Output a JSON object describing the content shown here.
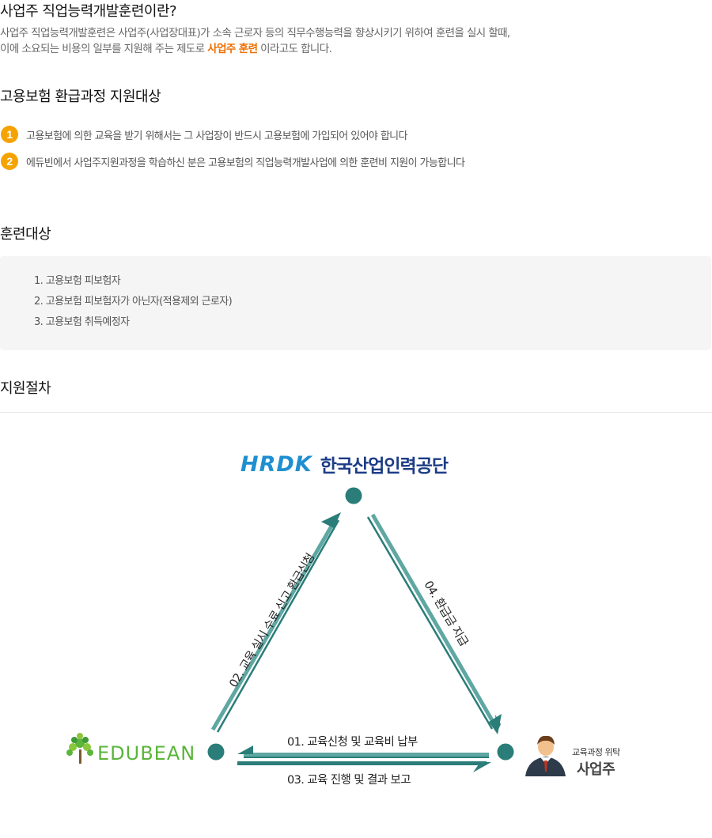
{
  "intro": {
    "title": "사업주 직업능력개발훈련이란?",
    "line1": "사업주 직업능력개발훈련은 사업주(사업장대표)가 소속 근로자 등의 직무수행능력을 향상시키기 위하여 훈련을 실시 할때,",
    "line2_prefix": "이에 소요되는 비용의 일부를 지원해 주는 제도로 ",
    "line2_highlight": "사업주 훈련",
    "line2_suffix": " 이라고도 합니다."
  },
  "eligibility": {
    "title": "고용보험 환급과정 지원대상",
    "items": [
      {
        "num": "1",
        "text": "고용보험에 의한 교육을 받기 위해서는 그 사업장이 반드시 고용보험에 가입되어 있어야 합니다"
      },
      {
        "num": "2",
        "text": "에듀빈에서 사업주지원과정을 학습하신 분은 고용보험의 직업능력개발사업에 의한 훈련비 지원이 가능합니다"
      }
    ]
  },
  "trainees": {
    "title": "훈련대상",
    "items": [
      "1. 고용보험 피보험자",
      "2. 고용보험 피보험자가 아닌자(적용제외 근로자)",
      "3. 고용보험 취득예정자"
    ]
  },
  "procedure": {
    "title": "지원절차",
    "hrdk_letters": "HRDK",
    "hrdk_name": "한국산업인력공단",
    "edubean": "EDUBEAN",
    "employer_sub": "교육과정 위탁",
    "employer_main": "사업주",
    "step1": "01. 교육신청 및 교육비 납부",
    "step2": "02. 교육 실시 수료 신고 환급신청",
    "step3": "03. 교육 진행 및 결과 보고",
    "step4": "04. 환급금 지급"
  },
  "colors": {
    "accent": "#ee6f00",
    "bullet": "#f5a300",
    "node": "#2a7d78",
    "arrow_light": "#5fa7a2",
    "hrdk_blue": "#1f8fd0",
    "hrdk_navy": "#1c3c86",
    "edubean_green": "#5ab53a"
  }
}
